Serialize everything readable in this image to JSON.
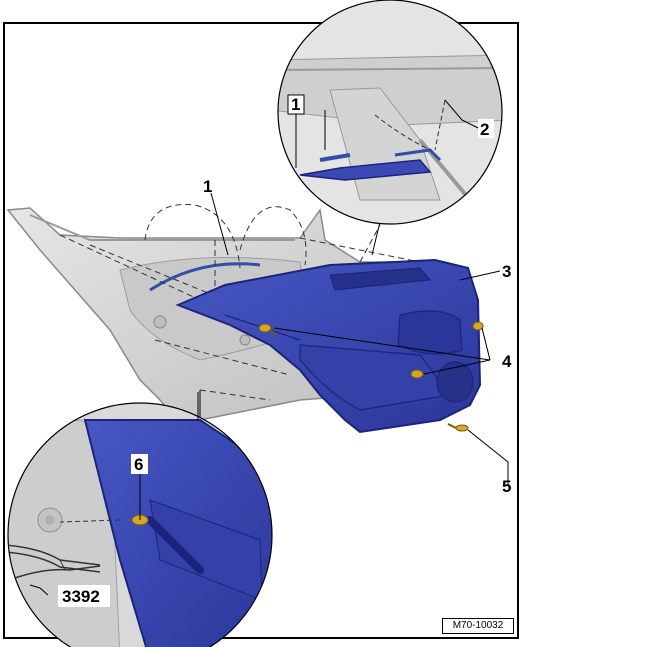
{
  "figure_code": "M70-10032",
  "callouts": {
    "c1_top": "1",
    "c1_detail": "1",
    "c2": "2",
    "c3": "3",
    "c4": "4",
    "c5": "5",
    "c6": "6",
    "tool": "3392"
  },
  "colors": {
    "trim_panel": "#3a49b4",
    "trim_panel_dark": "#26318a",
    "door_body": "#d9d9d9",
    "fastener": "#d6a52a",
    "cable": "#2f4fa8"
  }
}
